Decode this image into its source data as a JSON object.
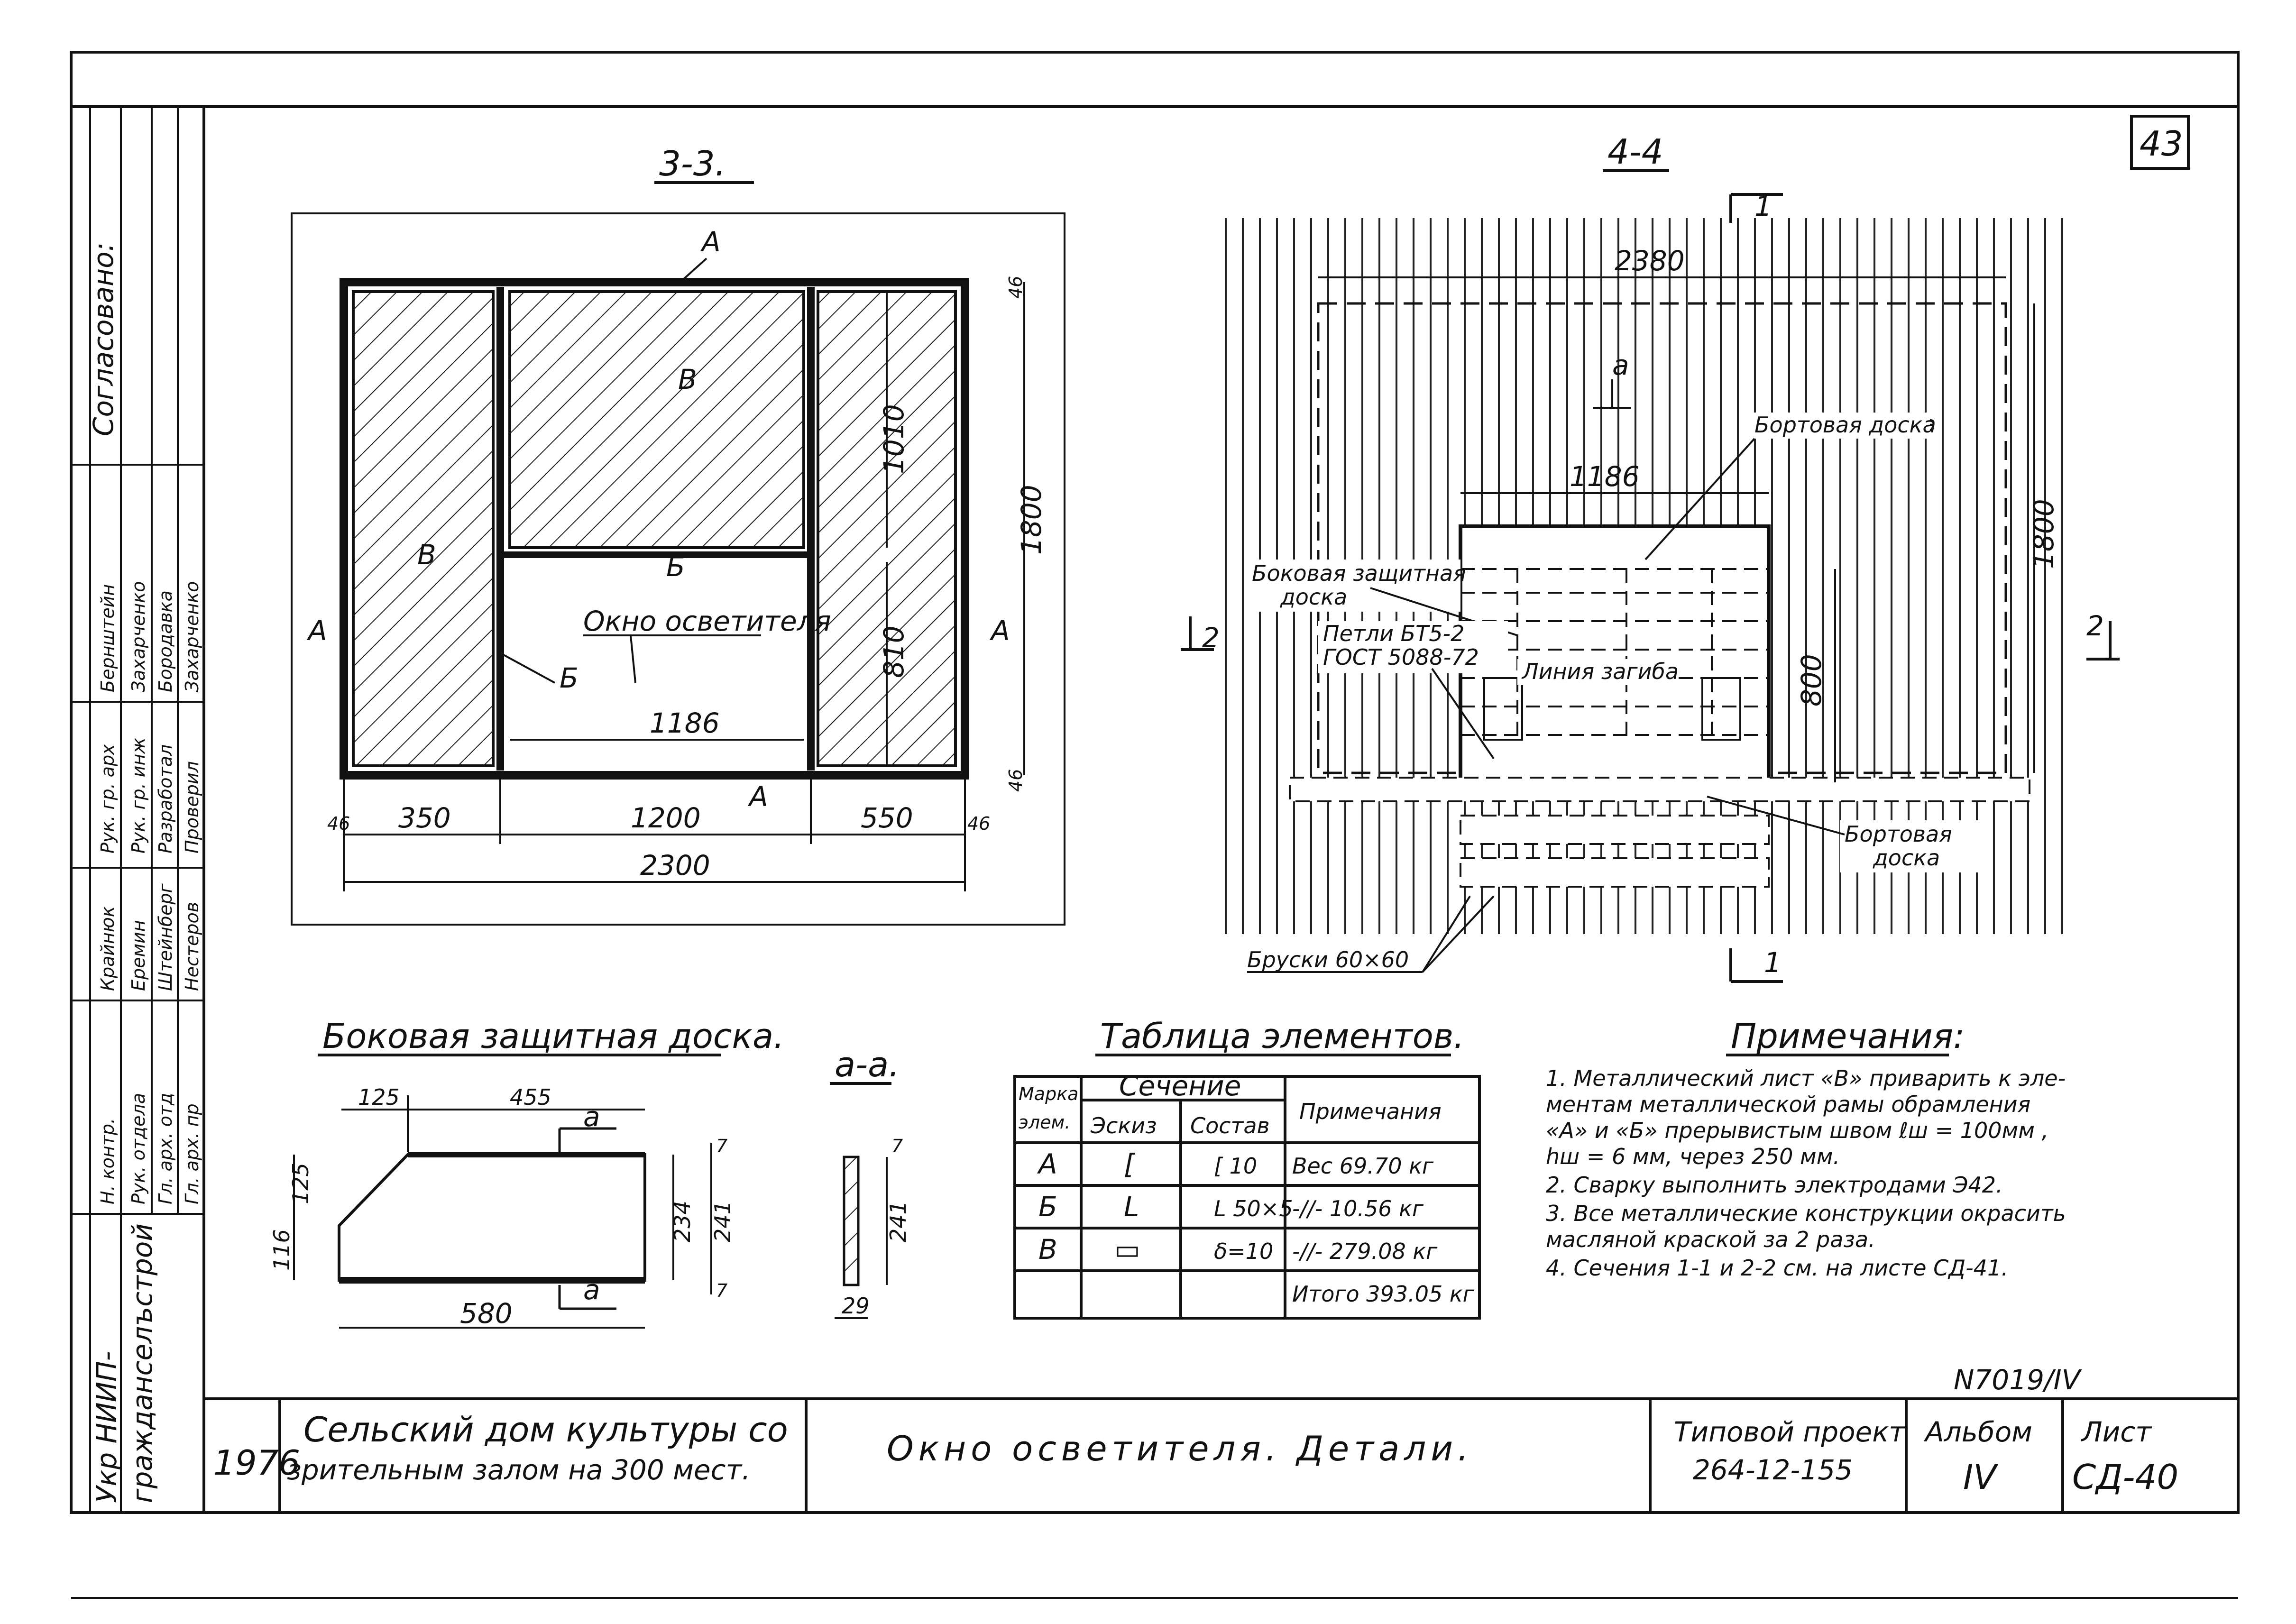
{
  "sheet": {
    "corner_number": "43",
    "year": "1976",
    "project_line1": "Сельский дом культуры со",
    "project_line2": "зрительным залом на 300 мест.",
    "sheet_title": "Окно осветителя. Детали.",
    "typical_project_label": "Типовой проект",
    "typical_project_number": "264-12-155",
    "album_label": "Альбом",
    "album_value": "IV",
    "sheet_label": "Лист",
    "sheet_value": "СД-40",
    "inventory_number": "N7019/IV",
    "organization_line1": "Укр НИИП-",
    "organization_line2": "гражданселъстрой",
    "agreed_label": "Согласовано:"
  },
  "side_stamp": {
    "rows": [
      {
        "role": "Рук. гр. арх",
        "name": "Бернштейн"
      },
      {
        "role": "Рук. гр. инж",
        "name": "Захарченко"
      },
      {
        "role": "Разработал",
        "name": "Бородавка"
      },
      {
        "role": "Проверил",
        "name": "Захарченко"
      },
      {
        "role": "Н. контр.",
        "name": "Крайнюк"
      },
      {
        "role": "Рук. отдела",
        "name": "Еремин"
      },
      {
        "role": "Гл. арх. отд",
        "name": "Штейнберг"
      },
      {
        "role": "Гл. арх. пр",
        "name": "Нестеров"
      }
    ]
  },
  "section_33": {
    "title": "3-3.",
    "label_A": "А",
    "label_B": "Б",
    "label_V": "В",
    "window_label": "Окно осветителя",
    "dim_1186": "1186",
    "dim_46": "46",
    "dim_350": "350",
    "dim_1200": "1200",
    "dim_550": "550",
    "dim_2300": "2300",
    "dim_1800": "1800",
    "dim_1010": "1010",
    "dim_810": "810"
  },
  "section_44": {
    "title": "4-4",
    "dim_2380": "2380",
    "dim_1186": "1186",
    "dim_1800": "1800",
    "dim_800": "800",
    "label_a": "а",
    "label_board_top": "Бортовая доска",
    "label_side_board_1": "Боковая защитная",
    "label_side_board_2": "доска",
    "label_mesh_1": "Петли БТ5-2",
    "label_mesh_2": "ГОСТ 5088-72",
    "label_bend": "Линия загиба",
    "label_board_bottom_1": "Бортовая",
    "label_board_bottom_2": "доска",
    "label_bars": "Бруски 60×60",
    "cut_1": "1",
    "cut_2": "2"
  },
  "side_board": {
    "title": "Боковая защитная доска.",
    "dim_125_top": "125",
    "dim_455": "455",
    "dim_125_side": "125",
    "dim_116": "116",
    "dim_234": "234",
    "dim_241": "241",
    "dim_7": "7",
    "dim_580": "580",
    "cut_a": "а"
  },
  "section_aa": {
    "title": "а-а.",
    "dim_241": "241",
    "dim_7": "7",
    "dim_29": "29"
  },
  "elements_table": {
    "title": "Таблица элементов.",
    "headers": {
      "mark_1": "Марка",
      "mark_2": "элем.",
      "section": "Сечение",
      "sketch": "Эскиз",
      "composition": "Состав",
      "notes": "Примечания"
    },
    "rows": [
      {
        "mark": "А",
        "sketch": "[",
        "composition": "[ 10",
        "note": "Вес   69.70 кг"
      },
      {
        "mark": "Б",
        "sketch": "L",
        "composition": "L 50×5",
        "note": "-//-   10.56 кг"
      },
      {
        "mark": "В",
        "sketch": "▭",
        "composition": "δ=10",
        "note": "-//-   279.08 кг"
      }
    ],
    "total": "Итого 393.05 кг"
  },
  "notes": {
    "title": "Примечания:",
    "lines": [
      "1.  Металлический лист «В» приварить к эле-",
      "     ментам металлической рамы обрамления",
      "     «А» и «Б» прерывистым швом ℓш = 100мм ,",
      "     hш = 6 мм, через 250 мм.",
      "2.  Сварку выполнить электродами Э42.",
      "3.  Все металлические конструкции окрасить",
      "     масляной краской за 2 раза.",
      "4.  Сечения 1-1 и 2-2 см. на листе СД-41."
    ]
  }
}
